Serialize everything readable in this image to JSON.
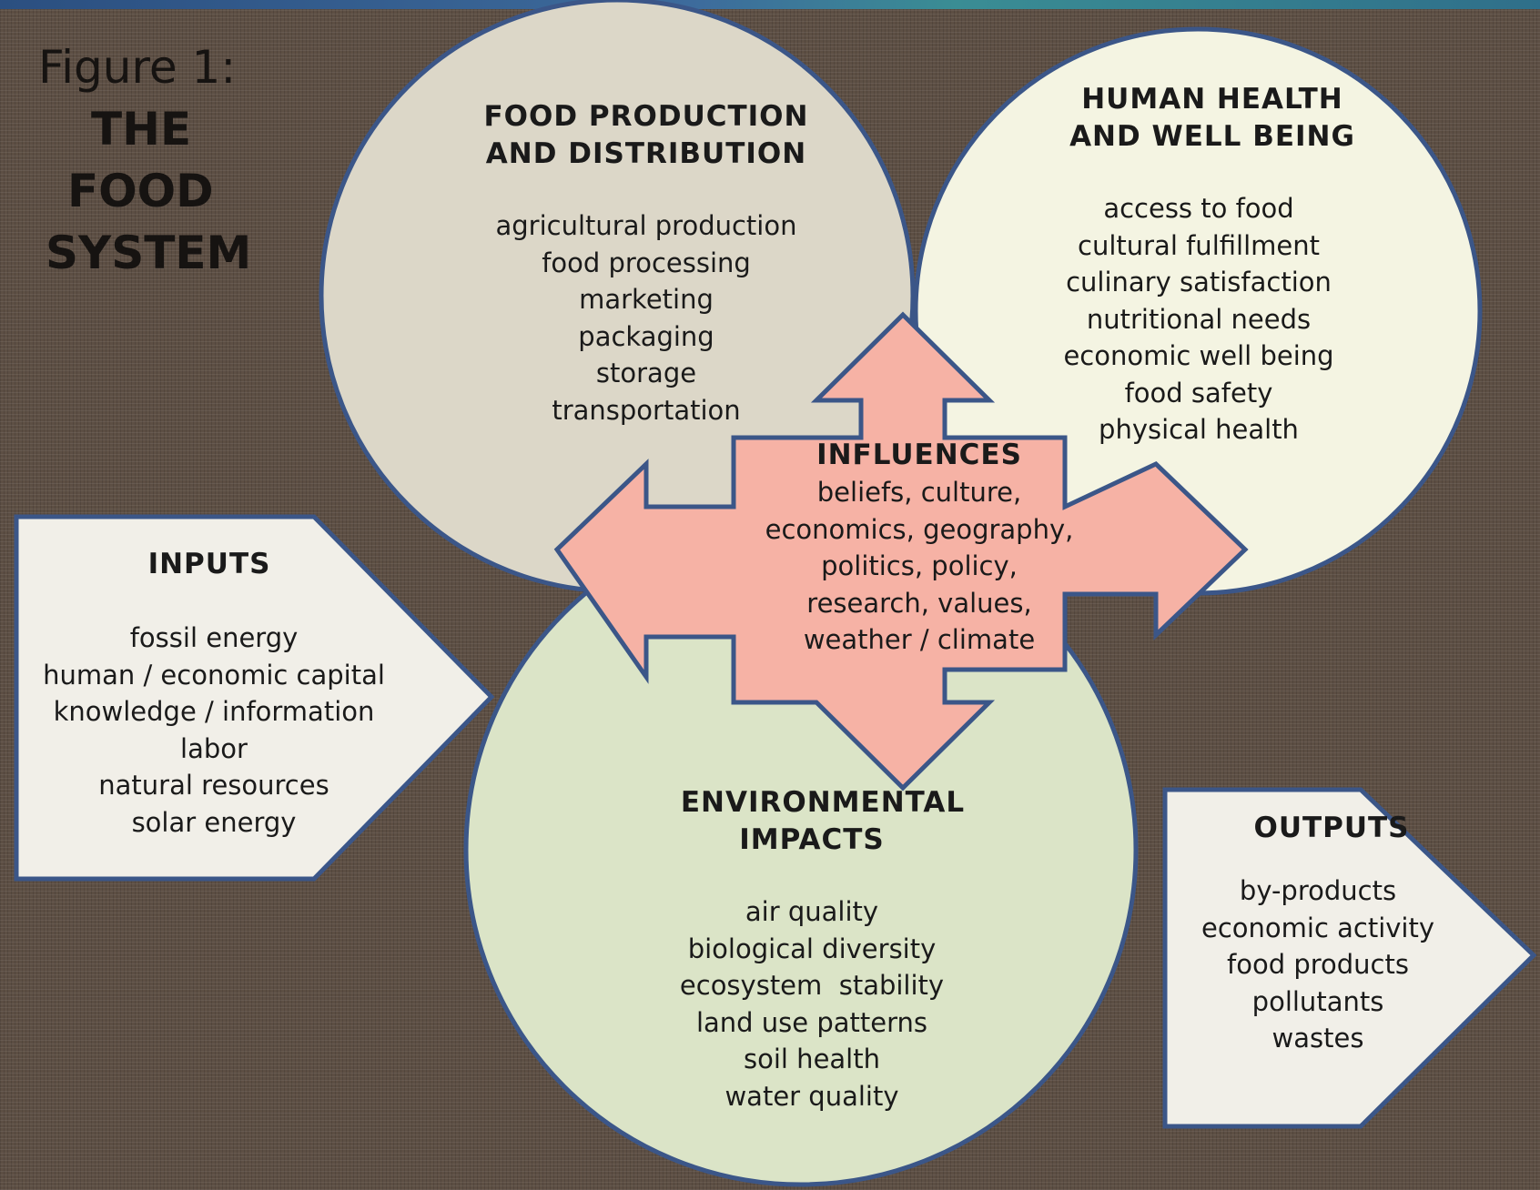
{
  "figure_title": [
    "Figure 1:",
    "THE",
    "FOOD",
    "SYSTEM"
  ],
  "food_production": {
    "title": [
      "FOOD PRODUCTION",
      "AND DISTRIBUTION"
    ],
    "items": [
      "agricultural production",
      "food processing",
      "marketing",
      "packaging",
      "storage",
      "transportation"
    ]
  },
  "human_health": {
    "title": [
      "HUMAN HEALTH",
      "AND WELL BEING"
    ],
    "items": [
      "access to food",
      "cultural fulfillment",
      "culinary satisfaction",
      "nutritional needs",
      "economic well being",
      "food safety",
      "physical health"
    ]
  },
  "influences": {
    "title": "INFLUENCES",
    "items": [
      "beliefs, culture,",
      "economics, geography,",
      "politics, policy,",
      "research, values,",
      "weather / climate"
    ]
  },
  "inputs": {
    "title": "INPUTS",
    "items": [
      "fossil energy",
      "human / economic capital",
      "knowledge / information",
      "labor",
      "natural resources",
      "solar energy"
    ]
  },
  "environmental": {
    "title": [
      "ENVIRONMENTAL",
      "IMPACTS"
    ],
    "items": [
      "air quality",
      "biological diversity",
      "ecosystem  stability",
      "land use patterns",
      "soil health",
      "water quality"
    ]
  },
  "outputs": {
    "title": "OUTPUTS",
    "items": [
      "by-products",
      "economic activity",
      "food products",
      "pollutants",
      "wastes"
    ]
  },
  "colors": {
    "background": "#5d4f44",
    "outline": "#3b5688",
    "food_production_fill": "#dcd7c8",
    "human_health_fill": "#f4f4e2",
    "environmental_fill": "#dbe4c7",
    "influences_fill": "#f6b2a5",
    "box_fill": "#f1efe8"
  }
}
